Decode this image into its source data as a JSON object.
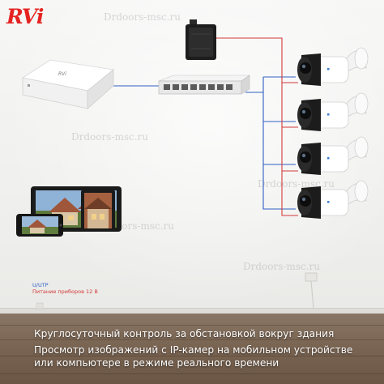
{
  "brand": {
    "logo_text": "RVi",
    "color": "#e52421"
  },
  "watermarks": [
    "Drdoors-msc.ru",
    "Drdoors-msc.ru",
    "Drdoors-msc.ru",
    "Drdoors-msc.ru",
    "Drdoors-msc.ru"
  ],
  "legend": {
    "utp": {
      "label": "U/UTP",
      "color": "#2f5fc4"
    },
    "power": {
      "label": "Питание приборов 12 В",
      "color": "#d23a3a"
    }
  },
  "captions": [
    "Круглосуточный контроль за обстановкой вокруг здания",
    "Просмотр изображений с IP-камер на мобильном устройстве",
    "или компьютере в режиме реального времени"
  ],
  "icons": [
    "nvr-recorder-icon",
    "network-switch-icon",
    "power-supply-icon",
    "bullet-camera-icon",
    "tablet-icon",
    "smartphone-icon"
  ]
}
